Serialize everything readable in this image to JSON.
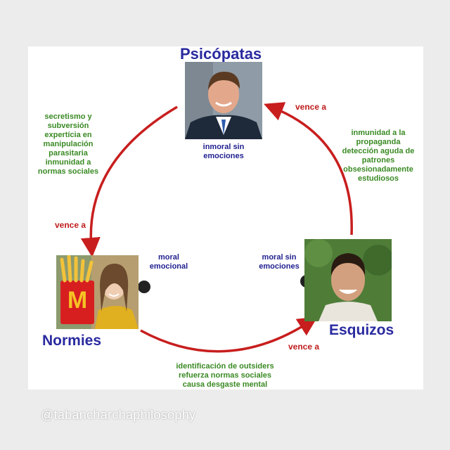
{
  "nodes": {
    "top": {
      "title": "Psicópatas",
      "trait_lines": [
        "inmoral sin",
        "emociones"
      ]
    },
    "left": {
      "title": "Normies",
      "trait_lines": [
        "moral",
        "emocional"
      ]
    },
    "right": {
      "title": "Esquizos",
      "trait_lines": [
        "moral sin",
        "emociones"
      ]
    }
  },
  "edges": {
    "top_to_left": {
      "label": "vence a",
      "description_lines": [
        "secretismo y",
        "subversión",
        "expertícia en",
        "manipulación",
        "parasitaria",
        "inmunidad a",
        "normas sociales"
      ]
    },
    "left_to_right": {
      "label": "vence a",
      "description_lines": [
        "identificación de outsiders",
        "refuerza normas sociales",
        "causa desgaste mental"
      ]
    },
    "right_to_top": {
      "label": "vence a",
      "description_lines": [
        "inmunidad a la",
        "propaganda",
        "detección aguda de",
        "patrones",
        "obsesionadamente",
        "estudiosos"
      ]
    }
  },
  "fries_logo": "M",
  "watermark": "@tabancharchaphilosophy",
  "colors": {
    "title": "#2a2aa0",
    "arrow": "#c81e1e",
    "green_text": "#3a8a24"
  }
}
